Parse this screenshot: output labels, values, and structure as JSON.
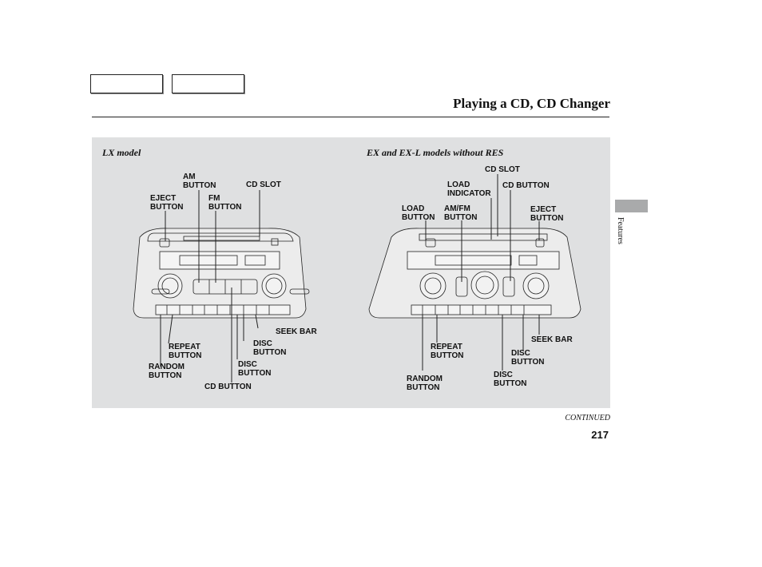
{
  "header": {
    "tabs": [
      "",
      ""
    ],
    "title": "Playing a CD, CD Changer"
  },
  "sidebar": {
    "section_label": "Features"
  },
  "figures": {
    "lx": {
      "label": "LX model",
      "callouts": {
        "am_button": "AM\nBUTTON",
        "eject_button": "EJECT\nBUTTON",
        "fm_button": "FM\nBUTTON",
        "cd_slot": "CD SLOT",
        "seek_bar": "SEEK BAR",
        "repeat_button": "REPEAT\nBUTTON",
        "disc_button_1": "DISC\nBUTTON",
        "random_button": "RANDOM\nBUTTON",
        "disc_button_2": "DISC\nBUTTON",
        "cd_button": "CD BUTTON"
      }
    },
    "ex": {
      "label": "EX and EX-L models without RES",
      "callouts": {
        "cd_slot": "CD SLOT",
        "load_indicator": "LOAD\nINDICATOR",
        "cd_button": "CD BUTTON",
        "load_button": "LOAD\nBUTTON",
        "amfm_button": "AM/FM\nBUTTON",
        "eject_button": "EJECT\nBUTTON",
        "repeat_button": "REPEAT\nBUTTON",
        "seek_bar": "SEEK BAR",
        "disc_button_1": "DISC\nBUTTON",
        "random_button": "RANDOM\nBUTTON",
        "disc_button_2": "DISC\nBUTTON"
      }
    }
  },
  "footer": {
    "continued": "CONTINUED",
    "page_number": "217"
  }
}
